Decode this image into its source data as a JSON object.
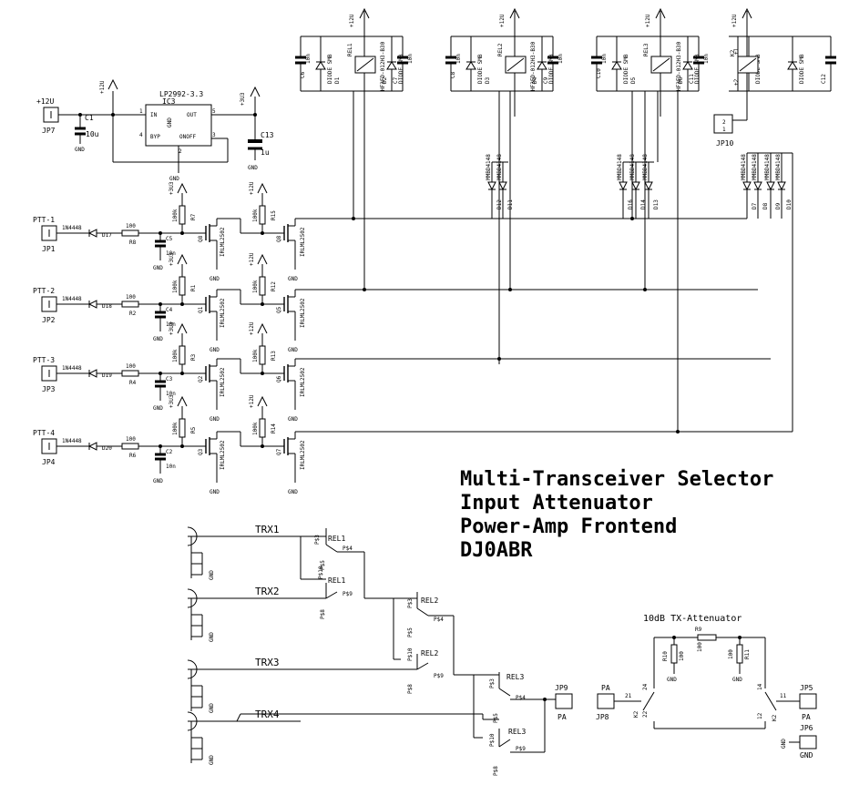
{
  "title_lines": [
    "Multi-Transceiver Selector",
    "Input Attenuator",
    "Power-Amp Frontend",
    "DJ0ABR"
  ],
  "attenuator_title": "10dB TX-Attenuator",
  "power": {
    "p12": "+12U",
    "p3v3": "+3U3",
    "gnd": "GND"
  },
  "ic3": {
    "name": "IC3",
    "part": "LP2992-3.3",
    "pin_in": "IN",
    "pin_out": "OUT",
    "pin_gnd": "GND",
    "pin_byp": "BYP",
    "pin_onoff": "ONOFF",
    "n1": "1",
    "n5": "5",
    "n4": "4",
    "n3": "3",
    "n2": "2"
  },
  "c1": {
    "name": "C1",
    "value": "10u"
  },
  "c13": {
    "name": "C13",
    "value": "1u"
  },
  "jp7": "JP7",
  "ptt": [
    {
      "label": "PTT-1",
      "jp": "JP1",
      "diode": "1N4448",
      "dname": "D17",
      "rval": "100",
      "rname": "R8",
      "cname": "C5",
      "cval": "10n",
      "r1name": "R7",
      "r1val": "100k",
      "r2name": "R15",
      "r2val": "100k",
      "q1": "Q8",
      "q2": "Q8",
      "qpart": "IRLML2502"
    },
    {
      "label": "PTT-2",
      "jp": "JP2",
      "diode": "1N4448",
      "dname": "D18",
      "rval": "100",
      "rname": "R2",
      "cname": "C4",
      "cval": "10n",
      "r1name": "R1",
      "r1val": "100k",
      "r2name": "R12",
      "r2val": "100k",
      "q1": "Q1",
      "q2": "Q5",
      "qpart": "IRLML2502"
    },
    {
      "label": "PTT-3",
      "jp": "JP3",
      "diode": "1N4448",
      "dname": "D19",
      "rval": "100",
      "rname": "R4",
      "cname": "C3",
      "cval": "10n",
      "r1name": "R3",
      "r1val": "100k",
      "r2name": "R13",
      "r2val": "100k",
      "q1": "Q2",
      "q2": "Q6",
      "qpart": "IRLML2502"
    },
    {
      "label": "PTT-4",
      "jp": "JP4",
      "diode": "1N4448",
      "dname": "D20",
      "rval": "100",
      "rname": "R6",
      "cname": "C2",
      "cval": "10n",
      "r1name": "R5",
      "r1val": "100k",
      "r2name": "R14",
      "r2val": "100k",
      "q1": "Q3",
      "q2": "Q7",
      "qpart": "IRLML2502"
    }
  ],
  "relays": [
    {
      "name": "REL1",
      "cap": "C6",
      "cval": "10n",
      "diode": "DIODE SMB",
      "d1": "D1",
      "d2": "D2",
      "c2": "C7",
      "part": "HF3FD-012H3-B30"
    },
    {
      "name": "REL2",
      "cap": "C8",
      "cval": "10n",
      "diode": "DIODE SMB",
      "d1": "D3",
      "d2": "D4",
      "c2": "C9",
      "part": "HF3FD-012H3-B30"
    },
    {
      "name": "REL3",
      "cap": "C10",
      "cval": "10n",
      "diode": "DIODE SMB",
      "d1": "D5",
      "d2": "D6",
      "c2": "C11",
      "part": "HF3FD-012H3-B30"
    },
    {
      "name": "K2",
      "cap": "",
      "cval": "",
      "diode": "DIODE SMB",
      "d1": "",
      "d2": "",
      "c2": "C12",
      "part": ""
    }
  ],
  "k2_pins": {
    "p1": "+1",
    "p2": "+2"
  },
  "jp10": "JP10",
  "jp10_pins": {
    "a": "2",
    "b": "1"
  },
  "diode_group_part": "MMBD4148",
  "diode_groups": [
    {
      "a": "D12",
      "b": "D11"
    },
    {
      "a": "D16",
      "b": "D14",
      "c": "D13"
    },
    {
      "a": "D7",
      "b": "D8",
      "c": "D9",
      "d": "D10"
    }
  ],
  "trx": [
    {
      "label": "TRX1",
      "gnd": "GND"
    },
    {
      "label": "TRX2",
      "gnd": "GND"
    },
    {
      "label": "TRX3",
      "gnd": "GND"
    },
    {
      "label": "TRX4",
      "gnd": "GND"
    }
  ],
  "contacts": {
    "rel1a": "REL1",
    "rel1b": "REL1",
    "rel2a": "REL2",
    "rel2b": "REL2",
    "rel3a": "REL3",
    "rel3b": "REL3",
    "p3": "P$3",
    "p4": "P$4",
    "p5": "P$5",
    "p8": "P$8",
    "p9": "P$9",
    "p10": "P$10"
  },
  "jp9": {
    "name": "JP9",
    "label": "PA"
  },
  "jp8": {
    "name": "JP8",
    "label": "PA"
  },
  "jp5": {
    "name": "JP5",
    "label": "PA"
  },
  "jp6": {
    "name": "JP6",
    "label": "GND"
  },
  "atten": {
    "r9": "R9",
    "r9v": "100",
    "r10": "R10",
    "r10v": "100",
    "r11": "R11",
    "r11v": "100",
    "k2": "K2",
    "k2b": "K2",
    "p21": "21",
    "p22": "22",
    "p24": "24",
    "p11": "11",
    "p12": "12",
    "p14": "14",
    "gnd": "GND"
  }
}
